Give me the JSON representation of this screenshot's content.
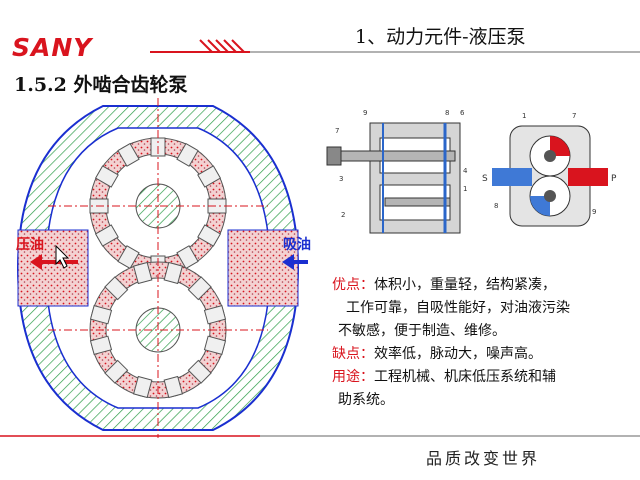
{
  "header": {
    "logo": "SANY",
    "title": "1、动力元件-液压泵",
    "subtitle": "1.5.2 外啮合齿轮泵"
  },
  "diagram": {
    "outlet_label": "压油",
    "inlet_label": "吸油"
  },
  "detail_figures": {
    "left_callouts": [
      "9",
      "8",
      "6",
      "7",
      "3",
      "4",
      "1",
      "2"
    ],
    "right_callouts": [
      "1",
      "7",
      "S",
      "P",
      "8",
      "9"
    ]
  },
  "features": {
    "advantages_label": "优点：",
    "advantages_line1": "体积小，重量轻，结构紧凑，",
    "advantages_line2": "工作可靠，自吸性能好，对油液污染",
    "advantages_line3": "不敏感，便于制造、维修。",
    "disadvantages_label": "缺点：",
    "disadvantages_text": "效率低，脉动大，噪声高。",
    "uses_label": "用途：",
    "uses_line1": "工程机械、机床低压系统和辅",
    "uses_line2": "助系统。"
  },
  "footer": {
    "slogan": "品质改变世界"
  },
  "colors": {
    "brand_red": "#d9141e",
    "inlet_blue": "#1a2fd0",
    "housing_green": "#2e9e4a"
  }
}
